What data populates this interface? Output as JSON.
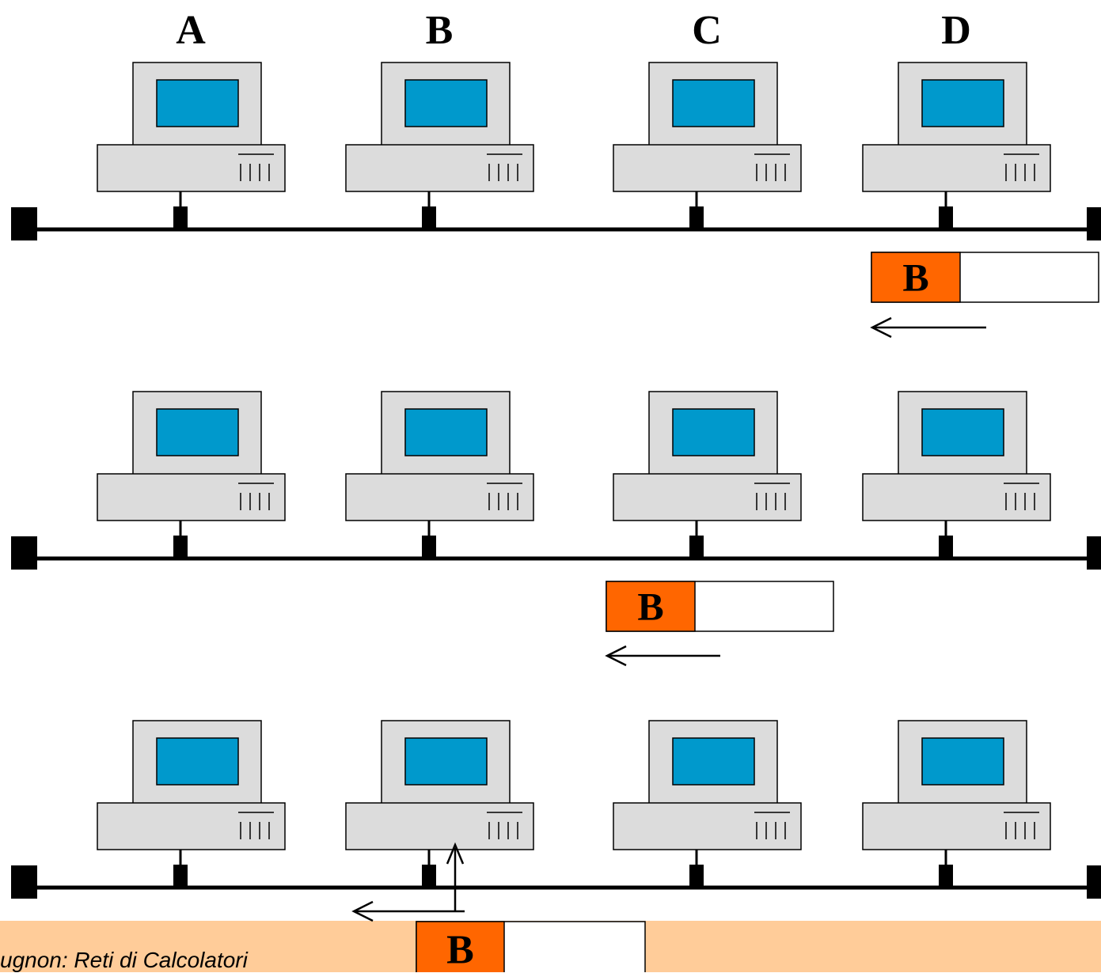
{
  "station_labels": [
    "A",
    "B",
    "C",
    "D"
  ],
  "frame_label": "B",
  "footer_text": "ugnon: Reti di Calcolatori",
  "colors": {
    "monitor_body": "#dcdcdc",
    "screen": "#0099cc",
    "frame_header": "#ff6600",
    "footer_background": "#ffcc99",
    "line": "#000000"
  }
}
